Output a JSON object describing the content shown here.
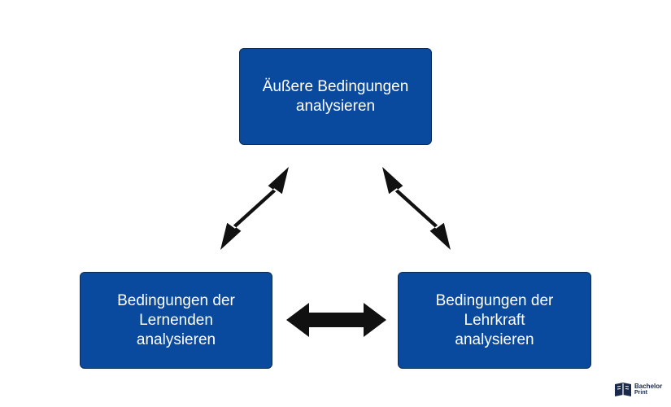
{
  "colors": {
    "box_fill": "#0a4a9e",
    "box_border": "#0b2b52",
    "box_text": "#ffffff",
    "arrow": "#111111",
    "background": "#ffffff"
  },
  "diagram": {
    "nodes": [
      {
        "id": "top",
        "label": "Äußere Bedingungen\nanalysieren"
      },
      {
        "id": "left",
        "label": "Bedingungen der\nLernenden\nanalysieren"
      },
      {
        "id": "right",
        "label": "Bedingungen der\nLehrkraft\nanalysieren"
      }
    ],
    "edges": [
      {
        "from": "top",
        "to": "left",
        "style": "double-arrow"
      },
      {
        "from": "top",
        "to": "right",
        "style": "double-arrow"
      },
      {
        "from": "left",
        "to": "right",
        "style": "double-arrow"
      }
    ]
  },
  "logo": {
    "icon": "bachelorprint-book-icon",
    "line1": "Bachelor",
    "line2": "Print"
  }
}
